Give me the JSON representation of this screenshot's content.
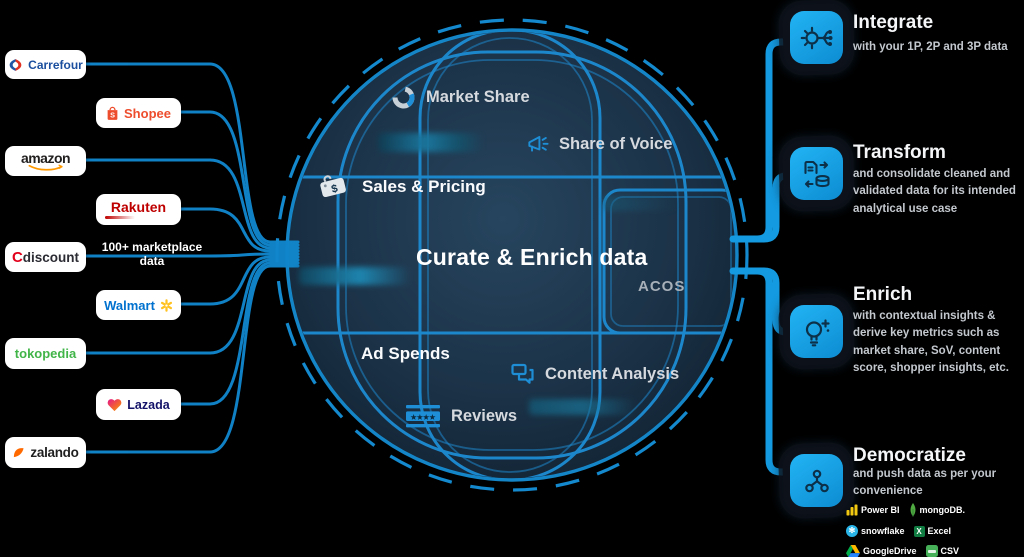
{
  "diagram": {
    "note": {
      "line1": "100+ marketplace",
      "line2": "data"
    },
    "sources": [
      {
        "id": "carrefour",
        "label": "Carrefour"
      },
      {
        "id": "shopee",
        "label": "Shopee"
      },
      {
        "id": "amazon",
        "label": "amazon"
      },
      {
        "id": "rakuten",
        "label": "Rakuten"
      },
      {
        "id": "cdiscount",
        "label_c": "C",
        "label_rest": "discount"
      },
      {
        "id": "walmart",
        "label": "Walmart"
      },
      {
        "id": "tokopedia",
        "label": "tokopedia"
      },
      {
        "id": "lazada",
        "label": "Lazada"
      },
      {
        "id": "zalando",
        "label": "zalando"
      }
    ],
    "globe": {
      "title": "Curate & Enrich data",
      "metrics": {
        "market_share": "Market Share",
        "share_of_voice": "Share of Voice",
        "sales_pricing": "Sales & Pricing",
        "acos": "ACOS",
        "ad_spends": "Ad Spends",
        "content_analysis": "Content Analysis",
        "reviews": "Reviews"
      }
    },
    "steps": [
      {
        "title": "Integrate",
        "desc": "with your 1P, 2P and 3P data",
        "icon": "integrate-icon"
      },
      {
        "title": "Transform",
        "desc": "and consolidate cleaned and validated data for its intended analytical use case",
        "icon": "transform-icon"
      },
      {
        "title": "Enrich",
        "desc": "with contextual insights & derive key metrics such as market share, SoV, content score, shopper insights, etc.",
        "icon": "enrich-icon"
      },
      {
        "title": "Democratize",
        "desc": "and push data as per your convenience",
        "icon": "democratize-icon",
        "destinations": [
          {
            "label": "Power BI",
            "icon": "powerbi-icon"
          },
          {
            "label": "mongoDB.",
            "icon": "mongodb-icon"
          },
          {
            "label": "snowflake",
            "icon": "snowflake-icon"
          },
          {
            "label": "Excel",
            "icon": "excel-icon"
          },
          {
            "label": "GoogleDrive",
            "icon": "googledrive-icon"
          },
          {
            "label": "CSV",
            "icon": "csv-icon"
          }
        ]
      }
    ],
    "colors": {
      "pipe_blue": "#149ae0",
      "line_blue": "#1186cc",
      "grid_blue": "#1d87cc",
      "globe_label": "#d6dadf",
      "accent_icon": "#1e8ed6",
      "tile_blue": "#18a7e8",
      "brand": {
        "carrefour": "#1b4f9e",
        "carrefour_red": "#e03123",
        "shopee": "#ee4d2d",
        "amazon": "#221f1f",
        "amazon_smile": "#ff9900",
        "rakuten": "#bf0000",
        "cdiscount_c": "#e2001a",
        "cdiscount_rest": "#2b2b33",
        "walmart": "#0071ce",
        "walmart_spark": "#ffc220",
        "tokopedia": "#42b549",
        "lazada": "#131268",
        "zalando": "#ff6900",
        "powerbi": "#f2c811",
        "mongodb": "#4faa41",
        "snowflake": "#29b5e8",
        "excel": "#107c41",
        "csv": "#45b058"
      }
    }
  }
}
